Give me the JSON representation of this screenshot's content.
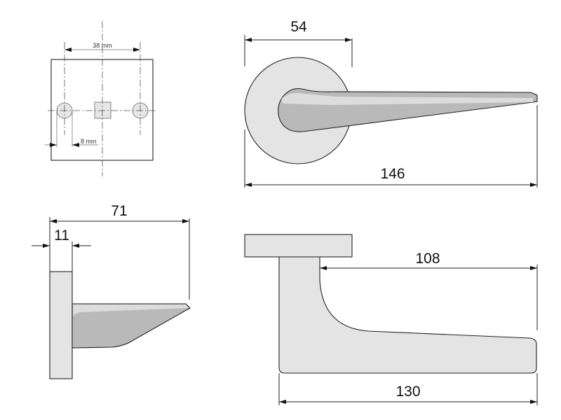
{
  "drawing": {
    "mounting_plate": {
      "hole_spacing_label": "38 mm",
      "hole_offset_label": "8 mm"
    },
    "front_view": {
      "rosette_diameter_label": "54",
      "total_length_label": "146"
    },
    "side_view": {
      "projection_label": "71",
      "rosette_thickness_label": "11"
    },
    "top_view": {
      "lever_length_label": "108",
      "overall_length_label": "130"
    }
  },
  "colors": {
    "rosette_fill": "#e4e4e4",
    "handle_fill": "#b9b9b9",
    "handle_highlight": "#dcdcdc",
    "line": "#222222"
  }
}
